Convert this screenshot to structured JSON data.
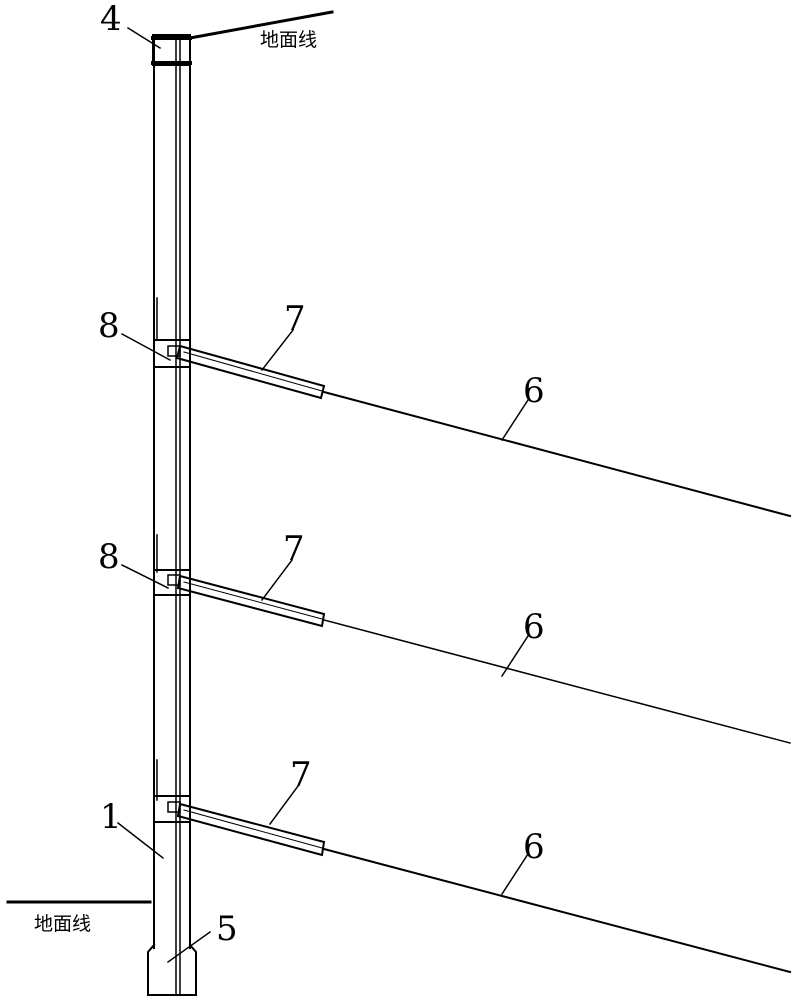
{
  "labels": {
    "ground_line_top": "地面线",
    "ground_line_bottom": "地面线",
    "cap_beam": "4",
    "pile": "1",
    "pile_foot": "5",
    "anchors": [
      {
        "id": "8",
        "sleeve": "7",
        "tendon": "6"
      },
      {
        "id": "8",
        "sleeve": "7",
        "tendon": "6"
      },
      {
        "sleeve": "7",
        "tendon": "6"
      }
    ]
  }
}
